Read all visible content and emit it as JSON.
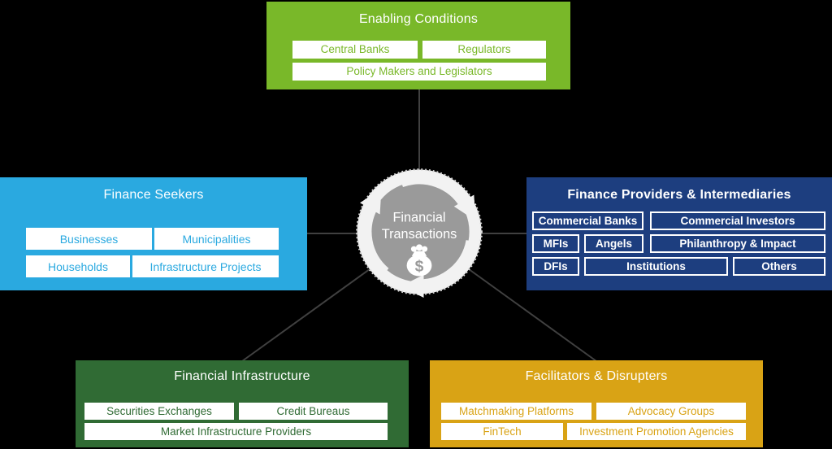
{
  "colors": {
    "background": "#000000",
    "connector": "#404040",
    "enabling_conditions": "#79b829",
    "finance_seekers": "#2aa9e0",
    "finance_providers": "#1d3e7f",
    "financial_infrastructure": "#306b34",
    "facilitators_disrupters": "#d9a315",
    "hub_circle": "#9a9a9a",
    "hub_arrows": "#f2f2f2"
  },
  "hub": {
    "label_line1": "Financial",
    "label_line2": "Transactions",
    "currency_symbol": "$",
    "icons": [
      "recycle-arrows-icon",
      "money-bag-icon"
    ]
  },
  "boxes": {
    "enabling_conditions": {
      "title": "Enabling Conditions",
      "items": [
        "Central Banks",
        "Regulators",
        "Policy Makers and Legislators"
      ]
    },
    "finance_seekers": {
      "title": "Finance Seekers",
      "items": [
        "Businesses",
        "Municipalities",
        "Households",
        "Infrastructure Projects"
      ]
    },
    "finance_providers": {
      "title": "Finance Providers & Intermediaries",
      "items": [
        "Commercial Banks",
        "Commercial Investors",
        "MFIs",
        "Angels",
        "Philanthropy & Impact",
        "DFIs",
        "Institutions",
        "Others"
      ]
    },
    "financial_infrastructure": {
      "title": "Financial Infrastructure",
      "items": [
        "Securities Exchanges",
        "Credit Bureaus",
        "Market Infrastructure Providers"
      ]
    },
    "facilitators_disrupters": {
      "title": "Facilitators & Disrupters",
      "items": [
        "Matchmaking Platforms",
        "Advocacy Groups",
        "FinTech",
        "Investment Promotion Agencies"
      ]
    }
  }
}
